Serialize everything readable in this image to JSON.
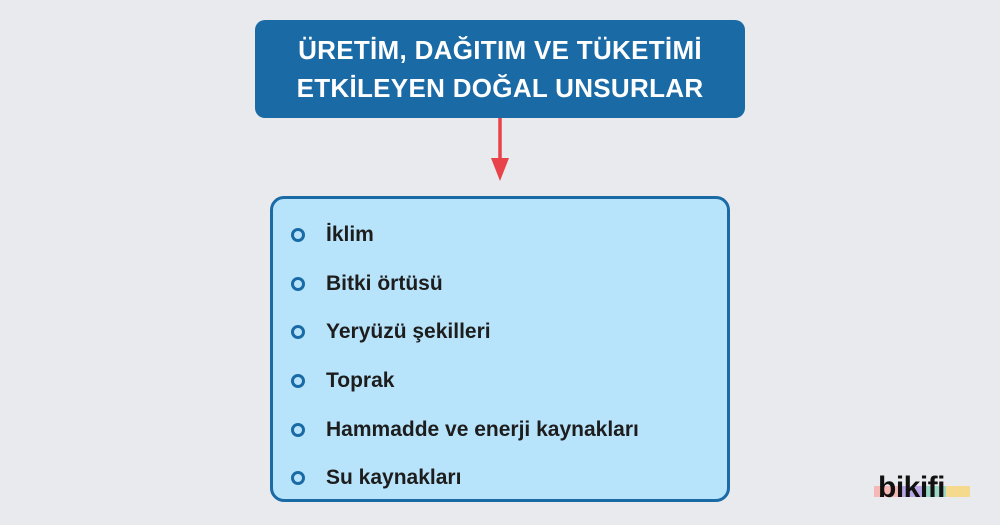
{
  "title": {
    "line1": "ÜRETİM, DAĞITIM VE TÜKETİMİ",
    "line2": "ETKİLEYEN DOĞAL UNSURLAR"
  },
  "items": [
    {
      "label": "İklim"
    },
    {
      "label": "Bitki örtüsü"
    },
    {
      "label": "Yeryüzü şekilleri"
    },
    {
      "label": "Toprak"
    },
    {
      "label": "Hammadde ve enerji kaynakları"
    },
    {
      "label": "Su kaynakları"
    }
  ],
  "logo": {
    "text": "bikifi"
  },
  "colors": {
    "background": "#e9eaee",
    "title_box": "#1a6aa6",
    "arrow": "#e8434b",
    "list_box_fill": "#b8e4fb",
    "list_box_border": "#1a6aa6",
    "logo_bars": [
      "#f7b7b5",
      "#b9a6e6",
      "#9ad7c5",
      "#f5d98c"
    ]
  }
}
